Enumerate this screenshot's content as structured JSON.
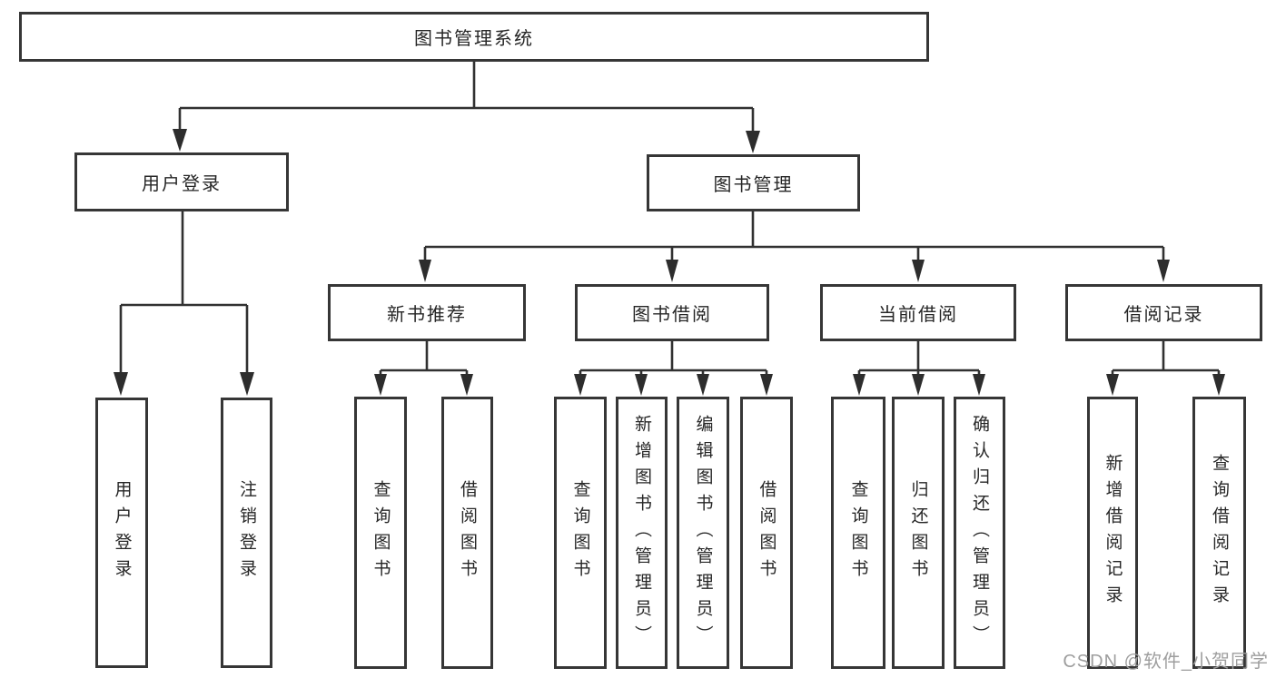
{
  "tree": {
    "label": "图书管理系统",
    "children": [
      {
        "label": "用户登录",
        "children": [
          {
            "label": "用户登录"
          },
          {
            "label": "注销登录"
          }
        ]
      },
      {
        "label": "图书管理",
        "children": [
          {
            "label": "新书推荐",
            "children": [
              {
                "label": "查询图书"
              },
              {
                "label": "借阅图书"
              }
            ]
          },
          {
            "label": "图书借阅",
            "children": [
              {
                "label": "查询图书"
              },
              {
                "label": "新增图书（管理员）"
              },
              {
                "label": "编辑图书（管理员）"
              },
              {
                "label": "借阅图书"
              }
            ]
          },
          {
            "label": "当前借阅",
            "children": [
              {
                "label": "查询图书"
              },
              {
                "label": "归还图书"
              },
              {
                "label": "确认归还（管理员）"
              }
            ]
          },
          {
            "label": "借阅记录",
            "children": [
              {
                "label": "新增借阅记录"
              },
              {
                "label": "查询借阅记录"
              }
            ]
          }
        ]
      }
    ]
  },
  "watermark": {
    "text": "CSDN @软件_小贺同学"
  },
  "colors": {
    "line": "#313131",
    "box_border": "#363636",
    "text": "#262626",
    "background": "#ffffff",
    "watermark": "#9e9e9e"
  }
}
